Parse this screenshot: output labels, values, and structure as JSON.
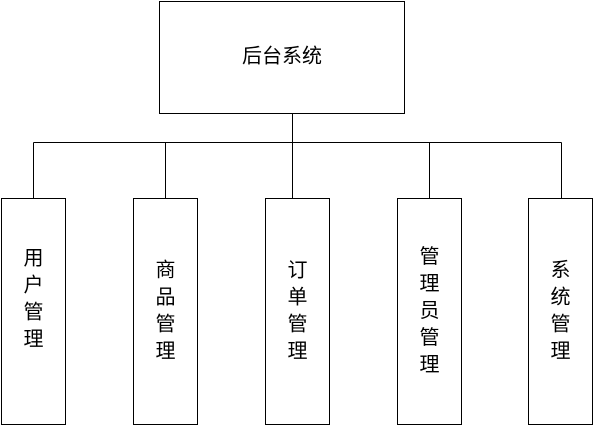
{
  "diagram": {
    "root": {
      "label": "后台系统"
    },
    "children": [
      {
        "label": "用户管理"
      },
      {
        "label": "商品管理"
      },
      {
        "label": "订单管理"
      },
      {
        "label": "管理员管理"
      },
      {
        "label": "系统管理"
      }
    ]
  }
}
